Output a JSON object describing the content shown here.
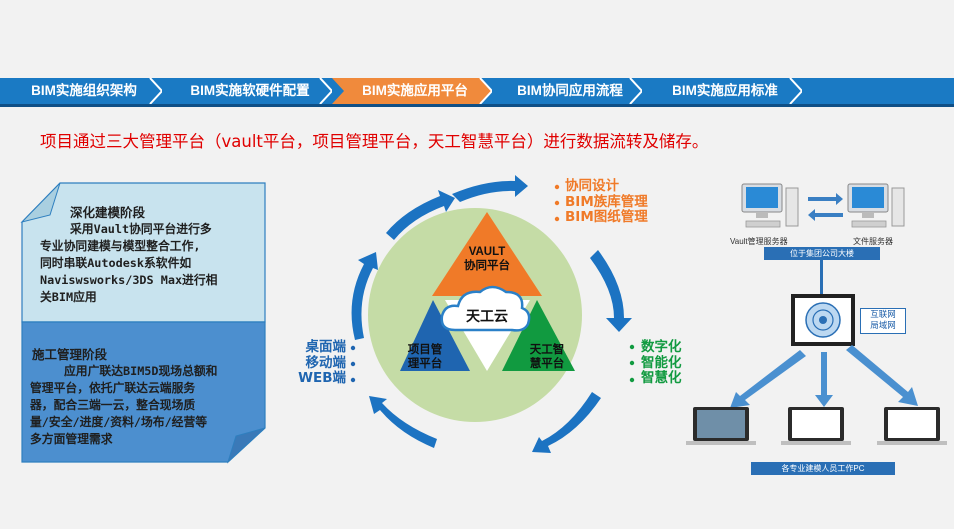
{
  "nav": {
    "tabs": [
      {
        "label": "BIM实施组织架构",
        "active": false
      },
      {
        "label": "BIM实施软硬件配置",
        "active": false
      },
      {
        "label": "BIM实施应用平台",
        "active": true
      },
      {
        "label": "BIM协同应用流程",
        "active": false
      },
      {
        "label": "BIM实施应用标准",
        "active": false
      }
    ]
  },
  "headline": "项目通过三大管理平台（vault平台，项目管理平台，天工智慧平台）进行数据流转及储存。",
  "note_top": {
    "title": "深化建模阶段",
    "body": [
      "采用Vault协同平台进行多",
      "专业协同建模与模型整合工作,",
      "同时串联Autodesk系软件如",
      "Naviswsworks/3DS Max进行相",
      "关BIM应用"
    ]
  },
  "note_bottom": {
    "title": "施工管理阶段",
    "body": [
      "应用广联达BIM5D现场总额和",
      "管理平台，依托广联达云端服务",
      "器，配合三端一云，整合现场质",
      "量/安全/进度/资料/场布/经营等",
      "多方面管理需求"
    ]
  },
  "center": {
    "vault_line1": "VAULT",
    "vault_line2": "协同平台",
    "cloud": "天工云",
    "project_line1": "项目管",
    "project_line2": "理平台",
    "tiangong_line1": "天工智",
    "tiangong_line2": "慧平台"
  },
  "list_orange": [
    "协同设计",
    "BIM族库管理",
    "BIM图纸管理"
  ],
  "list_green": [
    "数字化",
    "智能化",
    "智慧化"
  ],
  "list_blue": [
    "桌面端",
    "移动端",
    "WEB端"
  ],
  "network": {
    "vault_server": "Vault管理服务器",
    "file_server": "文件服务器",
    "hq_label": "位于集团公司大楼",
    "net_label_1": "互联网",
    "net_label_2": "局域网",
    "pc_label": "各专业建模人员工作PC"
  },
  "colors": {
    "nav_blue": "#1a7ac4",
    "nav_active": "#f08a3c",
    "headline_red": "#e00000",
    "vault_orange": "#f07a28",
    "project_blue": "#1f65b0",
    "tiangong_green": "#119a40",
    "circle_green": "#c5dca6",
    "note_top_fill": "#c8e3ee",
    "note_bottom_fill": "#4c8fcf"
  }
}
